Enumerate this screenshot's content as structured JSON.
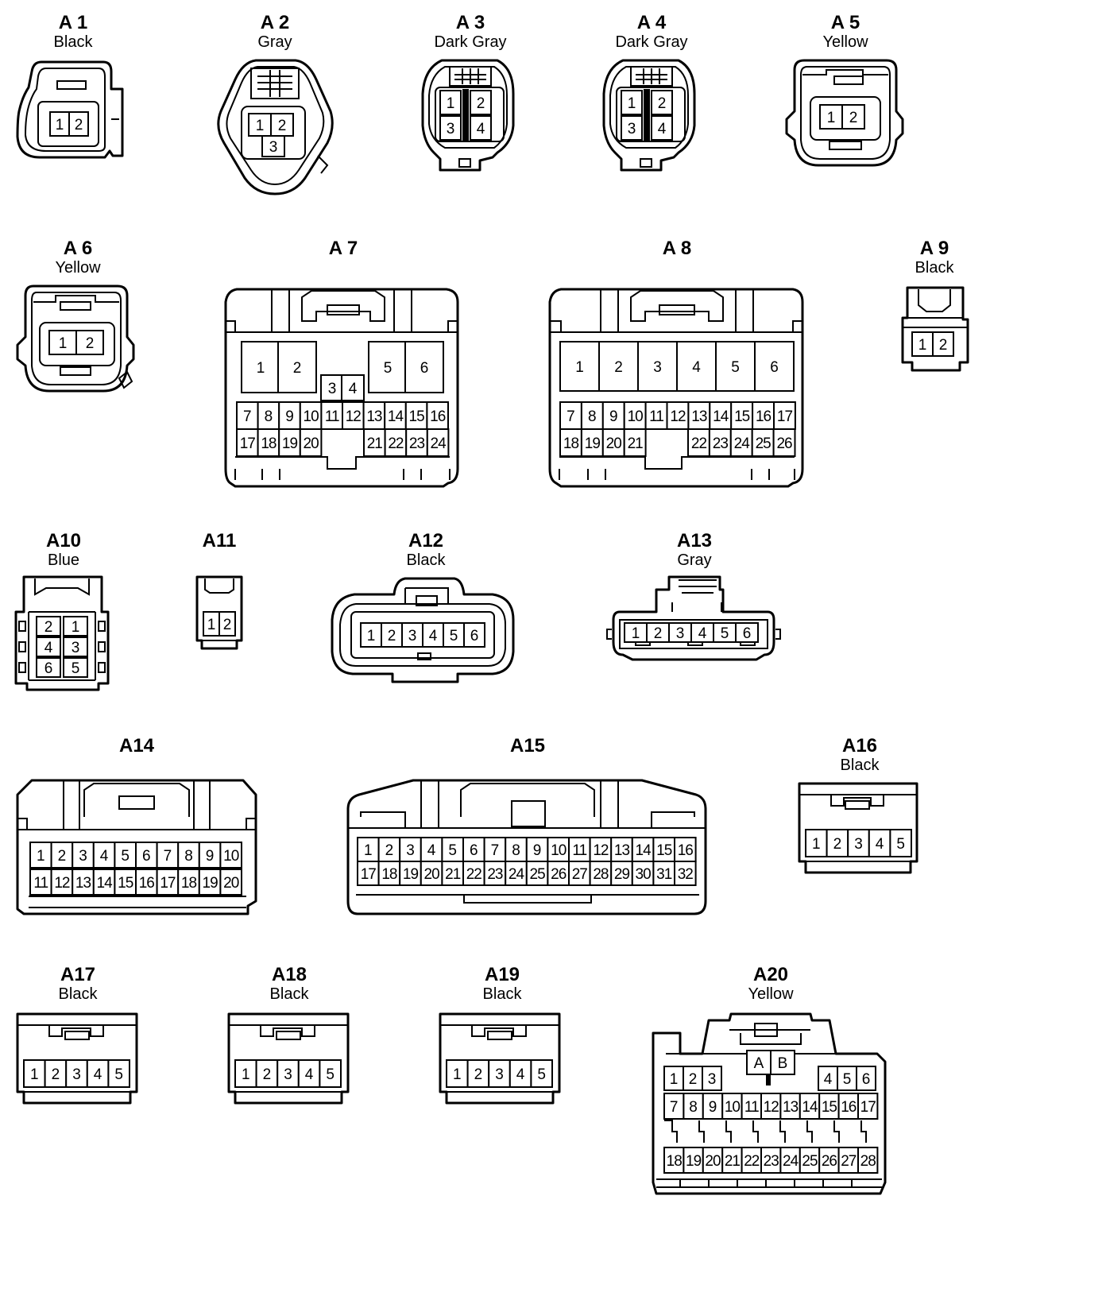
{
  "connectors": [
    {
      "id": "A 1",
      "color": "Black",
      "pins": [
        "1",
        "2"
      ]
    },
    {
      "id": "A 2",
      "color": "Gray",
      "pins": [
        "1",
        "2",
        "3"
      ]
    },
    {
      "id": "A 3",
      "color": "Dark Gray",
      "pins": [
        "1",
        "2",
        "3",
        "4"
      ]
    },
    {
      "id": "A 4",
      "color": "Dark Gray",
      "pins": [
        "1",
        "2",
        "3",
        "4"
      ]
    },
    {
      "id": "A 5",
      "color": "Yellow",
      "pins": [
        "1",
        "2"
      ]
    },
    {
      "id": "A 6",
      "color": "Yellow",
      "pins": [
        "1",
        "2"
      ]
    },
    {
      "id": "A 7",
      "color": "",
      "pins": [
        "1",
        "2",
        "3",
        "4",
        "5",
        "6",
        "7",
        "8",
        "9",
        "10",
        "11",
        "12",
        "13",
        "14",
        "15",
        "16",
        "17",
        "18",
        "19",
        "20",
        "21",
        "22",
        "23",
        "24"
      ]
    },
    {
      "id": "A 8",
      "color": "",
      "pins": [
        "1",
        "2",
        "3",
        "4",
        "5",
        "6",
        "7",
        "8",
        "9",
        "10",
        "11",
        "12",
        "13",
        "14",
        "15",
        "16",
        "17",
        "18",
        "19",
        "20",
        "21",
        "22",
        "23",
        "24",
        "25",
        "26"
      ]
    },
    {
      "id": "A 9",
      "color": "Black",
      "pins": [
        "1",
        "2"
      ]
    },
    {
      "id": "A10",
      "color": "Blue",
      "pins": [
        "2",
        "1",
        "4",
        "3",
        "6",
        "5"
      ]
    },
    {
      "id": "A11",
      "color": "",
      "pins": [
        "1",
        "2"
      ]
    },
    {
      "id": "A12",
      "color": "Black",
      "pins": [
        "1",
        "2",
        "3",
        "4",
        "5",
        "6"
      ]
    },
    {
      "id": "A13",
      "color": "Gray",
      "pins": [
        "1",
        "2",
        "3",
        "4",
        "5",
        "6"
      ]
    },
    {
      "id": "A14",
      "color": "",
      "pins": [
        "1",
        "2",
        "3",
        "4",
        "5",
        "6",
        "7",
        "8",
        "9",
        "10",
        "11",
        "12",
        "13",
        "14",
        "15",
        "16",
        "17",
        "18",
        "19",
        "20"
      ]
    },
    {
      "id": "A15",
      "color": "",
      "pins": [
        "1",
        "2",
        "3",
        "4",
        "5",
        "6",
        "7",
        "8",
        "9",
        "10",
        "11",
        "12",
        "13",
        "14",
        "15",
        "16",
        "17",
        "18",
        "19",
        "20",
        "21",
        "22",
        "23",
        "24",
        "25",
        "26",
        "27",
        "28",
        "29",
        "30",
        "31",
        "32"
      ]
    },
    {
      "id": "A16",
      "color": "Black",
      "pins": [
        "1",
        "2",
        "3",
        "4",
        "5"
      ]
    },
    {
      "id": "A17",
      "color": "Black",
      "pins": [
        "1",
        "2",
        "3",
        "4",
        "5"
      ]
    },
    {
      "id": "A18",
      "color": "Black",
      "pins": [
        "1",
        "2",
        "3",
        "4",
        "5"
      ]
    },
    {
      "id": "A19",
      "color": "Black",
      "pins": [
        "1",
        "2",
        "3",
        "4",
        "5"
      ]
    },
    {
      "id": "A20",
      "color": "Yellow",
      "pins": [
        "A",
        "B",
        "1",
        "2",
        "3",
        "4",
        "5",
        "6",
        "7",
        "8",
        "9",
        "10",
        "11",
        "12",
        "13",
        "14",
        "15",
        "16",
        "17",
        "18",
        "19",
        "20",
        "21",
        "22",
        "23",
        "24",
        "25",
        "26",
        "27",
        "28"
      ]
    }
  ]
}
